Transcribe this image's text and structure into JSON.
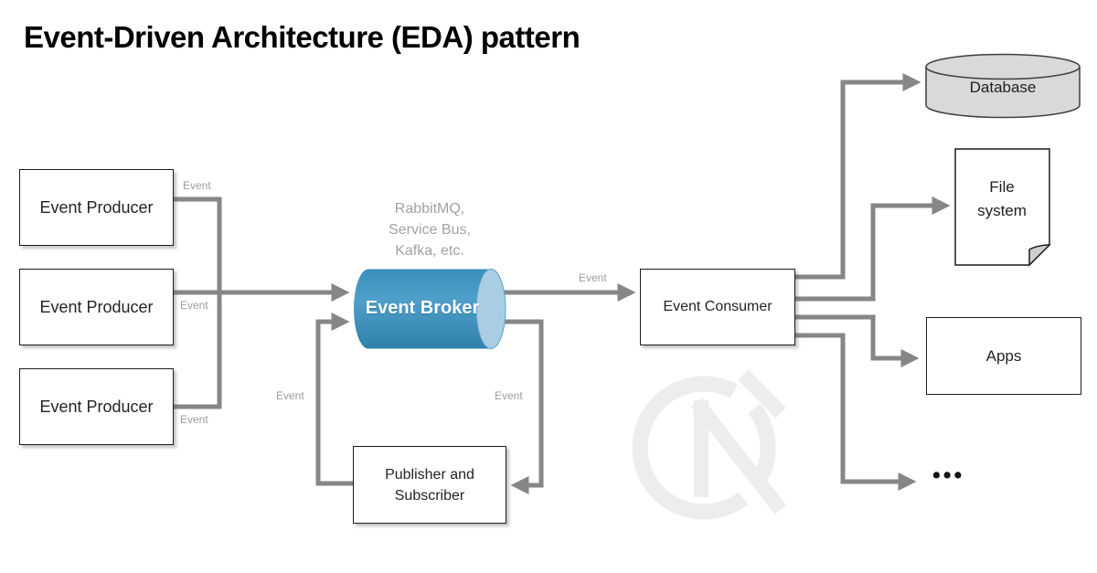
{
  "title": "Event-Driven Architecture (EDA) pattern",
  "producers": [
    {
      "label": "Event Producer"
    },
    {
      "label": "Event Producer"
    },
    {
      "label": "Event Producer"
    }
  ],
  "broker": {
    "label": "Event Broker",
    "note": "RabbitMQ,\nService Bus,\nKafka, etc."
  },
  "consumer": {
    "label": "Event Consumer"
  },
  "publisher": {
    "label": "Publisher and Subscriber"
  },
  "sinks": {
    "database": {
      "label": "Database"
    },
    "file_system": {
      "label": "File system"
    },
    "apps": {
      "label": "Apps"
    },
    "more": {
      "label": "•••"
    }
  },
  "edges": {
    "producer1": "Event",
    "producer2": "Event",
    "producer3": "Event",
    "broker_to_consumer": "Event",
    "broker_to_publisher": "Event",
    "publisher_to_broker": "Event"
  },
  "colors": {
    "broker_body": "#3d91bf",
    "broker_cap": "#a9cde3",
    "connector_gray": "#868686",
    "edge_label_gray": "#9c9c9c",
    "note_gray": "#a3a3a3",
    "database_fill": "#d9d9d9",
    "watermark_gray": "#ededed"
  }
}
